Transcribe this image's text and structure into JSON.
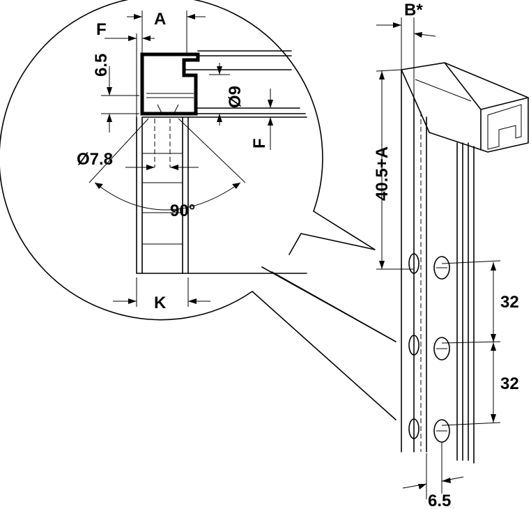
{
  "labels": {
    "A": "A",
    "F": "F",
    "K": "K",
    "B_star": "B*",
    "dim_6_5_top": "6.5",
    "dia_9": "Ø9",
    "dia_7_8": "Ø7.8",
    "angle_90": "90°",
    "dim_40_5_A": "40.5+A",
    "pitch_1": "32",
    "pitch_2": "32",
    "dim_6_5_bottom": "6.5"
  }
}
